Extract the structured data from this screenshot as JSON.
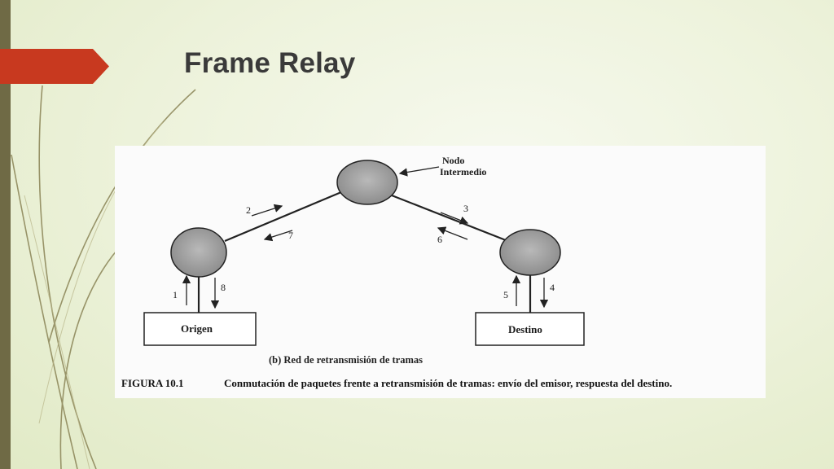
{
  "slide": {
    "title": "Frame Relay",
    "colors": {
      "accent_arrow": "#c8391f",
      "left_bar": "#6f6a45",
      "background": "#eef3dd"
    }
  },
  "figure": {
    "nodes": {
      "intermediate_label_line1": "Nodo",
      "intermediate_label_line2": "Intermedio"
    },
    "boxes": {
      "origin": "Origen",
      "destination": "Destino"
    },
    "steps": [
      "1",
      "2",
      "3",
      "4",
      "5",
      "6",
      "7",
      "8"
    ],
    "subcaption": "(b) Red de retransmisión de tramas",
    "caption_number": "FIGURA 10.1",
    "caption_text": "Conmutación de paquetes frente a retransmisión de tramas: envío del emisor, respuesta del destino."
  }
}
